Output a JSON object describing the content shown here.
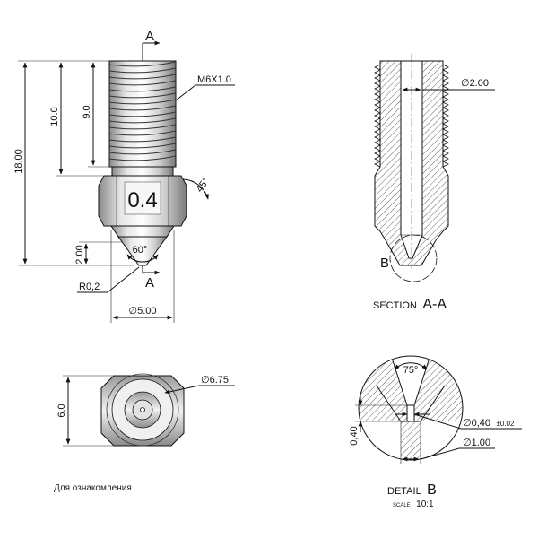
{
  "view_main": {
    "section_marker_top": "A",
    "section_marker_bottom": "A",
    "nozzle_mark": "0.4",
    "dims": {
      "total_length": "18.00",
      "thread_span": "10.0",
      "thread_length": "9.0",
      "tip_height": "2.00",
      "thread_spec": "M6X1.0",
      "chamfer_angle": "45°",
      "tip_angle": "60°",
      "tip_radius": "R0,2",
      "tip_diameter": "∅5.00"
    }
  },
  "view_section": {
    "bore_diameter": "∅2.00",
    "detail_marker": "B",
    "caption_word": "SECTION",
    "caption_id": "A-A"
  },
  "view_bottom": {
    "width": "6.0",
    "across_corners": "∅6.75"
  },
  "view_detail": {
    "cone_angle": "75°",
    "orifice_length": "0,40",
    "orifice_diameter": "∅0,40",
    "orifice_tolerance": "±0.02",
    "tip_flat": "∅1.00",
    "caption_word": "DETAIL",
    "caption_id": "B",
    "scale_word": "SCALE",
    "scale_value": "10:1"
  },
  "watermark": "Для ознакомления",
  "colors": {
    "ink": "#111111",
    "metal_light": "#eeeeee",
    "metal_mid": "#c8c8c8",
    "metal_dark": "#8a8a8a"
  }
}
